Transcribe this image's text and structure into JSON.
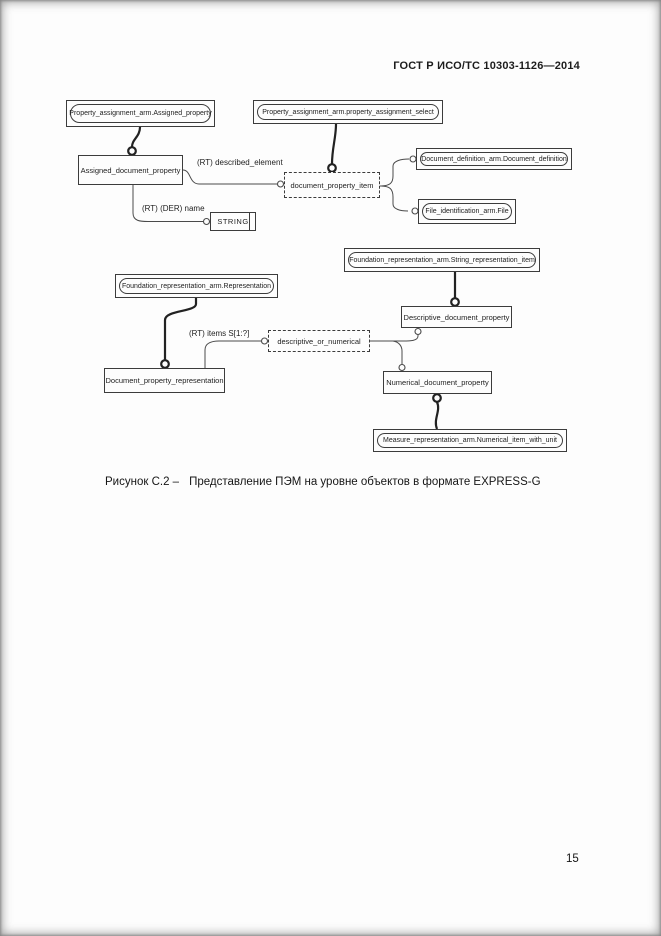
{
  "page": {
    "header_title": "ГОСТ Р ИСО/ТС 10303-1126—2014",
    "figure_caption_label": "Рисунок С.2 –",
    "figure_caption_text": "Представление ПЭМ на уровне объектов в формате EXPRESS-G",
    "page_number": "15"
  },
  "diagram": {
    "notation": "EXPRESS-G",
    "nodes": {
      "assigned_property_ref": {
        "label": "Property_assignment_arm.Assigned_property"
      },
      "property_assignment_select_ref": {
        "label": "Property_assignment_arm.property_assignment_select"
      },
      "assigned_document_property": {
        "label": "Assigned_document_property"
      },
      "document_property_item": {
        "label": "document_property_item"
      },
      "document_definition_ref": {
        "label": "Document_definition_arm.Document_definition"
      },
      "file_ref": {
        "label": "File_identification_arm.File"
      },
      "string_type": {
        "label": "STRING"
      },
      "representation_ref": {
        "label": "Foundation_representation_arm.Representation"
      },
      "string_representation_item_ref": {
        "label": "Foundation_representation_arm.String_representation_item"
      },
      "descriptive_document_property": {
        "label": "Descriptive_document_property"
      },
      "descriptive_or_numerical": {
        "label": "descriptive_or_numerical"
      },
      "document_property_representation": {
        "label": "Document_property_representation"
      },
      "numerical_document_property": {
        "label": "Numerical_document_property"
      },
      "numerical_item_with_unit_ref": {
        "label": "Measure_representation_arm.Numerical_item_with_unit"
      }
    },
    "relation_labels": {
      "described_element": "(RT) described_element",
      "name": "(RT) (DER) name",
      "items": "(RT) items S[1:?]"
    }
  }
}
